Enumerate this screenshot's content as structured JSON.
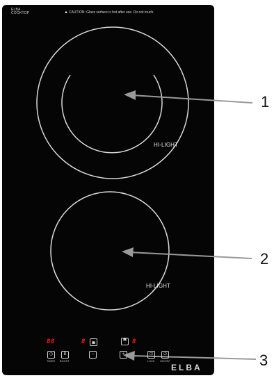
{
  "panel": {
    "brand_small_line1": "ELBA",
    "brand_small_line2": "COOKTOP",
    "caution_icon": "warning-triangle-icon",
    "caution_text": "CAUTION: Glass surface is hot after use. Do not touch."
  },
  "zones": {
    "zone1_label": "HI-LIGHT",
    "zone2_label": "HI-LIGHT"
  },
  "callouts": [
    "1",
    "2",
    "3"
  ],
  "controls": {
    "display_left": "88",
    "display_mid": "8",
    "display_right": "8",
    "timer_label": "TIMER",
    "boost_label": "BOOST",
    "lock_label": "LOCK",
    "onoff_label": "ON/OFF",
    "boost_key": "B"
  },
  "logo": "ELBA",
  "colors": {
    "cooktop": "#050505",
    "ring": "#d9d9d9",
    "display": "#ff1a1a"
  }
}
